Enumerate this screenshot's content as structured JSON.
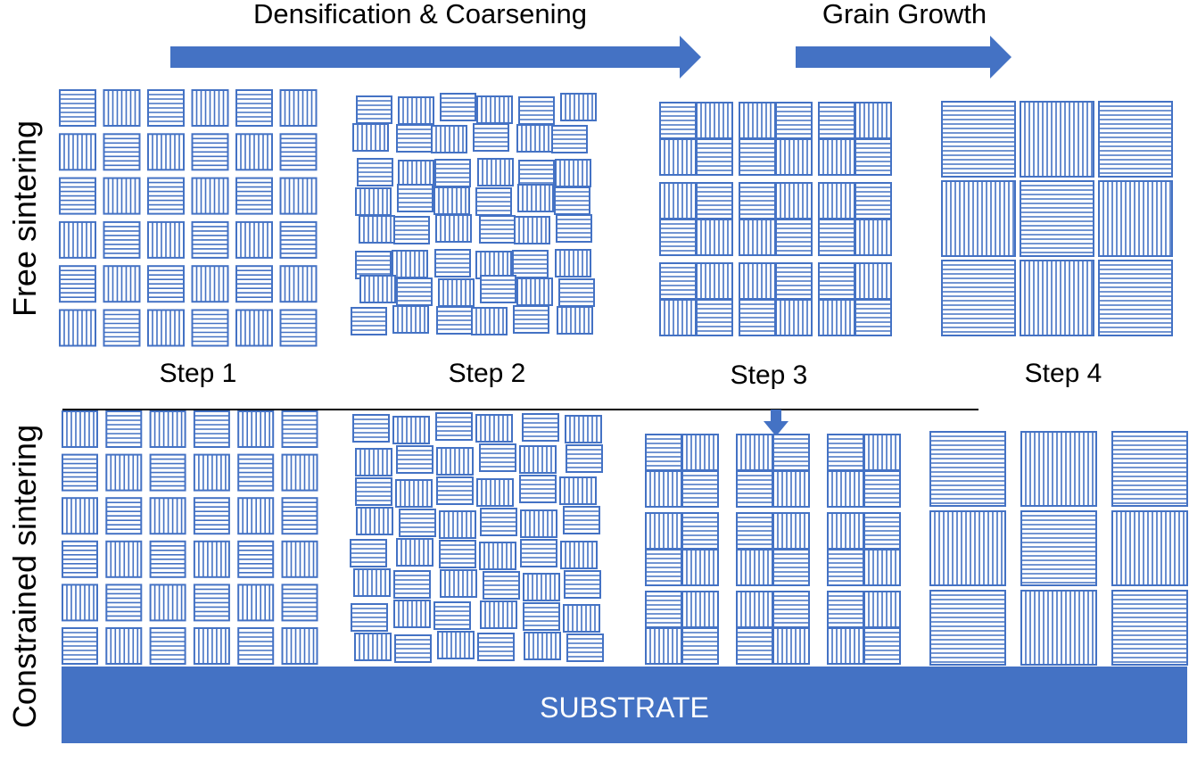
{
  "colors": {
    "accent": "#4472c4",
    "background": "#ffffff",
    "text": "#000000"
  },
  "arrows": {
    "densification": "Densification & Coarsening",
    "grain_growth": "Grain Growth"
  },
  "rows": {
    "free": "Free sintering",
    "constrained": "Constrained sintering"
  },
  "steps": [
    "Step 1",
    "Step 2",
    "Step 3",
    "Step 4"
  ],
  "substrate": "SUBSTRATE"
}
